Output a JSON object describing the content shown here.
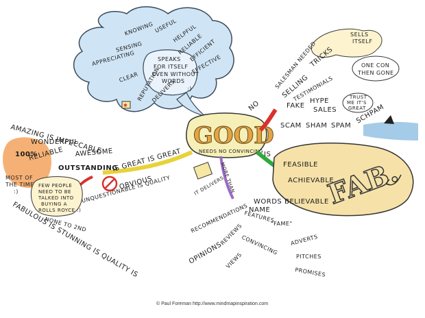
{
  "center": {
    "title": "GOOD",
    "subtitle": "NEEDS NO CONVINCING"
  },
  "links": {
    "no": "NO",
    "is": "IS",
    "more_than": "MORE THAN",
    "is_great_is_great": "IS GREAT IS GREAT"
  },
  "top_cloud": {
    "speaks": [
      "SPEAKS",
      "FOR ITSELF",
      "EVEN WITHOUT",
      "WORDS"
    ],
    "smile": ":)",
    "items": [
      "KNOWING",
      "USEFUL",
      "HELPFUL",
      "SENSING",
      "RELIABLE",
      "APPRECIATING",
      "EFFICIENT",
      "EFFECTIVE",
      "CLEAR",
      "REPUTATION",
      "DELIVERS"
    ]
  },
  "no_branch": {
    "salesman": "SALESMAN NEEDED",
    "sells_itself": [
      "SELLS",
      "ITSELF"
    ],
    "selling": "SELLING",
    "tricks": "TRICKS",
    "testimonials": "TESTIMONIALS",
    "one_con": [
      "ONE CON",
      "THEN GONE"
    ],
    "fake": "FAKE",
    "hype": "HYPE",
    "sales": "SALES",
    "trust": [
      "TRUST",
      "ME IT'S",
      "GREAT"
    ],
    "scam": "SCAM",
    "sham": "SHAM",
    "spam": "SPAM",
    "schpam": "SCHPAM"
  },
  "is_branch": {
    "items": [
      "FEASIBLE",
      "ACHIEVABLE",
      "BELIEVABLE"
    ],
    "fab": "FAB."
  },
  "more_than_branch": {
    "words": "WORDS",
    "it_delivers": "IT DELIVERS",
    "name": "NAME",
    "fame": "\"FAME\"",
    "features": "FEATURES",
    "recommendations": "RECOMMENDATIONS",
    "opinions": "OPINIONS",
    "reviews": "REVIEWS",
    "views": "VIEWS",
    "convincing": "CONVINCING",
    "adverts": "ADVERTS",
    "pitches": "PITCHES",
    "promises": "PROMISES"
  },
  "left_branch": {
    "amazing": "AMAZING IS IMPECCABLE",
    "wonderful": "WONDERFUL",
    "reliable": "RELIABLE",
    "awesome": "AWESOME",
    "hundred": "100%",
    "outstanding": "OUTSTANDING",
    "obvious": "OBVIOUS",
    "most_of_time": [
      "MOST OF",
      "THE TIME",
      ":)"
    ],
    "few_people": [
      "FEW PEOPLE",
      "NEED TO BE",
      "TALKED INTO",
      "BUYING A",
      "ROLLS ROYCE :)"
    ],
    "unquestionable": "UNQUESTIONABLE IS QUALITY",
    "none_to_2nd": "NONE TO 2ND",
    "fabulous": "FABULOUS IS STUNNING IS QUALITY IS"
  },
  "footer": "© Paul Foreman http://www.mindmapinspiration.com",
  "colors": {
    "cloud": "#cfe4f4",
    "cloud_stroke": "#3a4a5a",
    "center_fill": "#f6f0b8",
    "fab_fill": "#f6e2a8",
    "orange": "#f3a35d",
    "red": "#d8322c",
    "green": "#2faa3c",
    "sea": "#67a8d8",
    "cream": "#fdf3cf"
  }
}
